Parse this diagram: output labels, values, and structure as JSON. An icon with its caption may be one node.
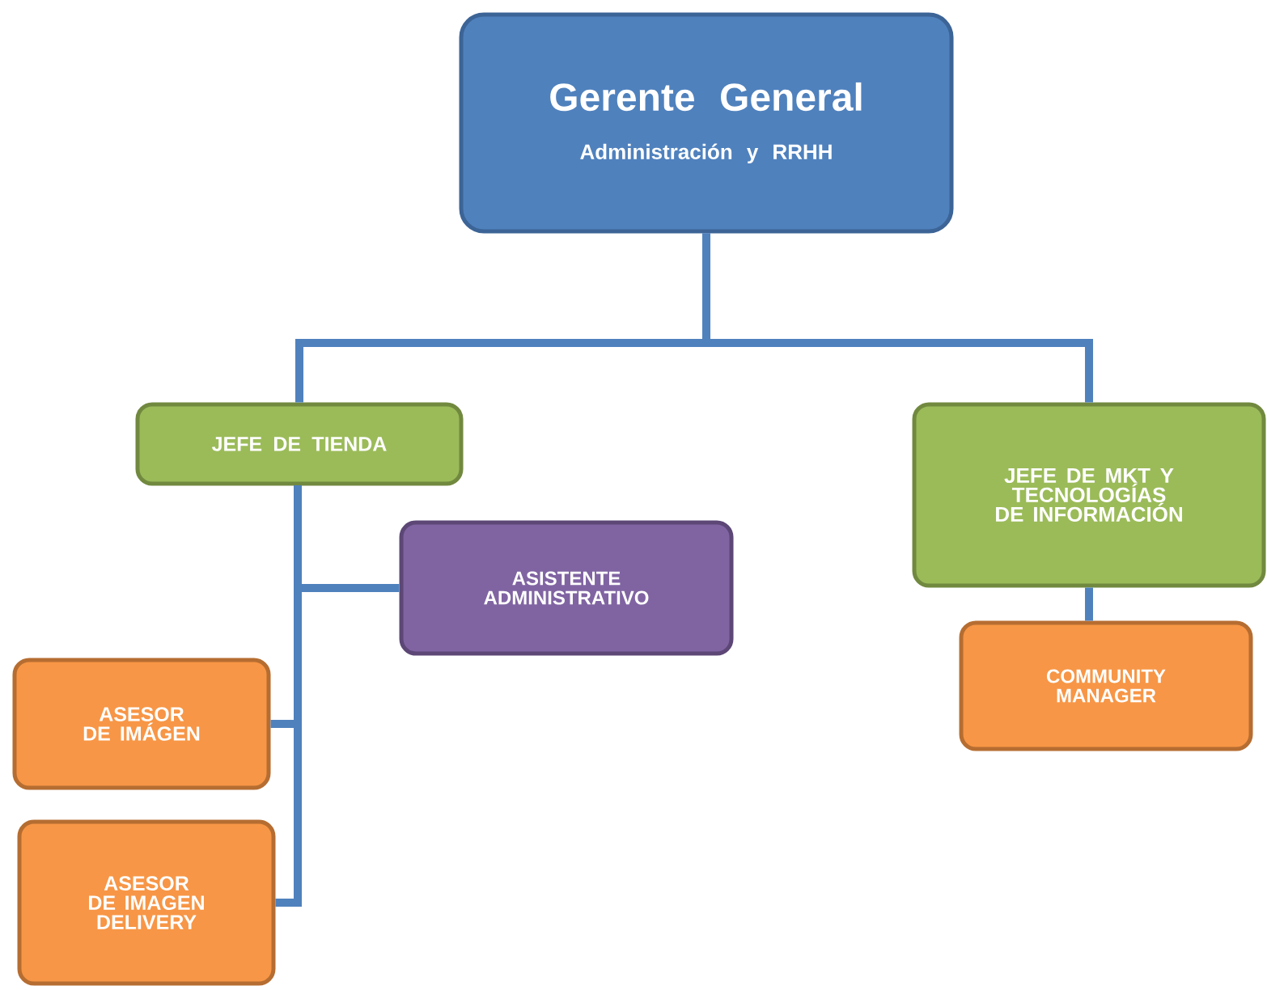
{
  "diagram": {
    "nodes": [
      {
        "text": [
          "Gerente General",
          "Administración y RRHH"
        ]
      },
      {
        "text": [
          "JEFE DE TIENDA"
        ]
      },
      {
        "text": [
          "JEFE DE MKT Y TECNOLOGÍAS DE INFORMACIÓN"
        ]
      },
      {
        "text": [
          "ASISTENTE ADMINISTRATIVO"
        ]
      },
      {
        "text": [
          "ASESOR DE IMÁGEN"
        ]
      },
      {
        "text": [
          "ASESOR DE IMAGEN DELIVERY"
        ]
      },
      {
        "text": [
          "COMMUNITY MANAGER"
        ]
      }
    ],
    "edges": [
      {
        "from": 0,
        "to": 1,
        "arrow": "none"
      },
      {
        "from": 0,
        "to": 2,
        "arrow": "none"
      },
      {
        "from": 1,
        "to": 3,
        "arrow": "none"
      },
      {
        "from": 1,
        "to": 4,
        "arrow": "none"
      },
      {
        "from": 1,
        "to": 5,
        "arrow": "none"
      },
      {
        "from": 2,
        "to": 6,
        "arrow": "none"
      }
    ]
  }
}
